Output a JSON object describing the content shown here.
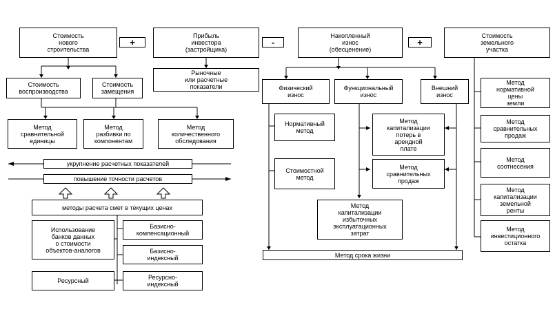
{
  "left": {
    "new_construction_cost": "Стоимость\nнового\nстроительства",
    "plus_1": "+",
    "investor_profit": "Прибыль\nинвестора\n(застройщика)",
    "market_indicators": "Рыночные\nили расчетные\nпоказатели",
    "reproduction_cost": "Стоимость\nвоспроизводства",
    "replacement_cost": "Стоимость\nзамещения",
    "comparative_unit": "Метод\nсравнительной\nединицы",
    "component_breakdown": "Метод\nразбивки по\nкомпонентам",
    "quantity_survey": "Метод\nколичественного\nобследования",
    "enlargement": "укрупнение расчетных показателей",
    "accuracy": "повышение точности расчетов",
    "estimate_methods": "методы расчета смет в текущих ценах",
    "data_banks": "Использование\nбанков данных\nо стоимости\nобъектов-аналогов",
    "basis_compensation": "Базисно-\nкомпенсационный",
    "basis_index": "Базисно-\nиндексный",
    "resource": "Ресурсный",
    "resource_index": "Ресурсно-\nиндексный"
  },
  "right": {
    "minus": "-",
    "accumulated_wear": "Накопленный\nизнос\n(обесценение)",
    "plus_2": "+",
    "land_value": "Стоимость\nземельного\nучастка",
    "physical_wear": "Физический\nизнос",
    "functional_wear": "Функциональный\nизнос",
    "external_wear": "Внешний\nизнос",
    "normative_method": "Нормативный\nметод",
    "cost_method": "Стоимостной\nметод",
    "lease_loss_cap": "Метод\nкапитализации\nпотерь в\nарендной\nплате",
    "comparative_sales": "Метод\nсравнительных\nпродаж",
    "excess_costs_cap": "Метод\nкапитализации\nизбыточных\nэксплуатационных\nзатрат",
    "lifetime_method": "Метод срока жизни",
    "land_normative": "Метод\nнормативной\nцены\nземли",
    "land_comparative": "Метод\nсравнительных\nпродаж",
    "land_ratio": "Метод\nсоотнесения",
    "land_rent_cap": "Метод\nкапитализации\nземельной\nренты",
    "land_residual": "Метод\nинвестиционного\nостатка"
  }
}
